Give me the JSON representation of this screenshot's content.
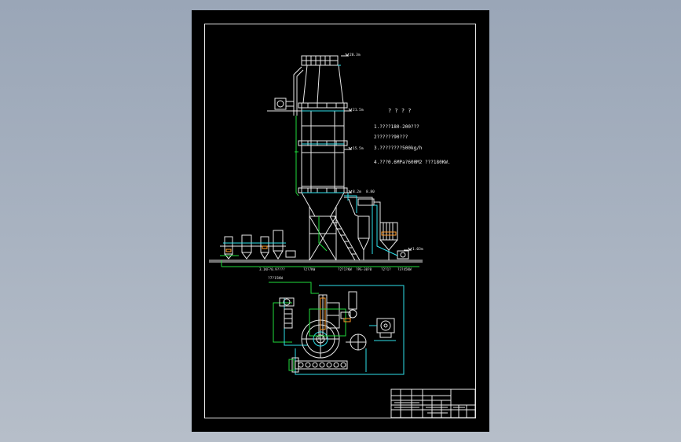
{
  "title_block": {
    "tech_title": "? ? ? ?"
  },
  "specs": [
    "1.????180-200???",
    "2??????90???",
    "3.????????500kg/h",
    "4.???0.6MPa?600M2  ???180KW."
  ],
  "elevations": {
    "top": "28.3m",
    "e2": "21.5m",
    "e3": "15.5m",
    "e4": "8.2m",
    "e5": "8.80",
    "ground": "1.03m"
  },
  "captions": [
    "3.1KF?0.9????",
    "?2?7KW",
    "?2?1?KW",
    "?PG-30?0",
    "?2?1?",
    "?3?45KW"
  ],
  "plan_label": "?7?15KW",
  "colors": {
    "background": "#000000",
    "lines": "#e8e8e8",
    "green": "#1fdc3c",
    "cyan": "#2ee0ea",
    "orange": "#ff9a2a"
  }
}
